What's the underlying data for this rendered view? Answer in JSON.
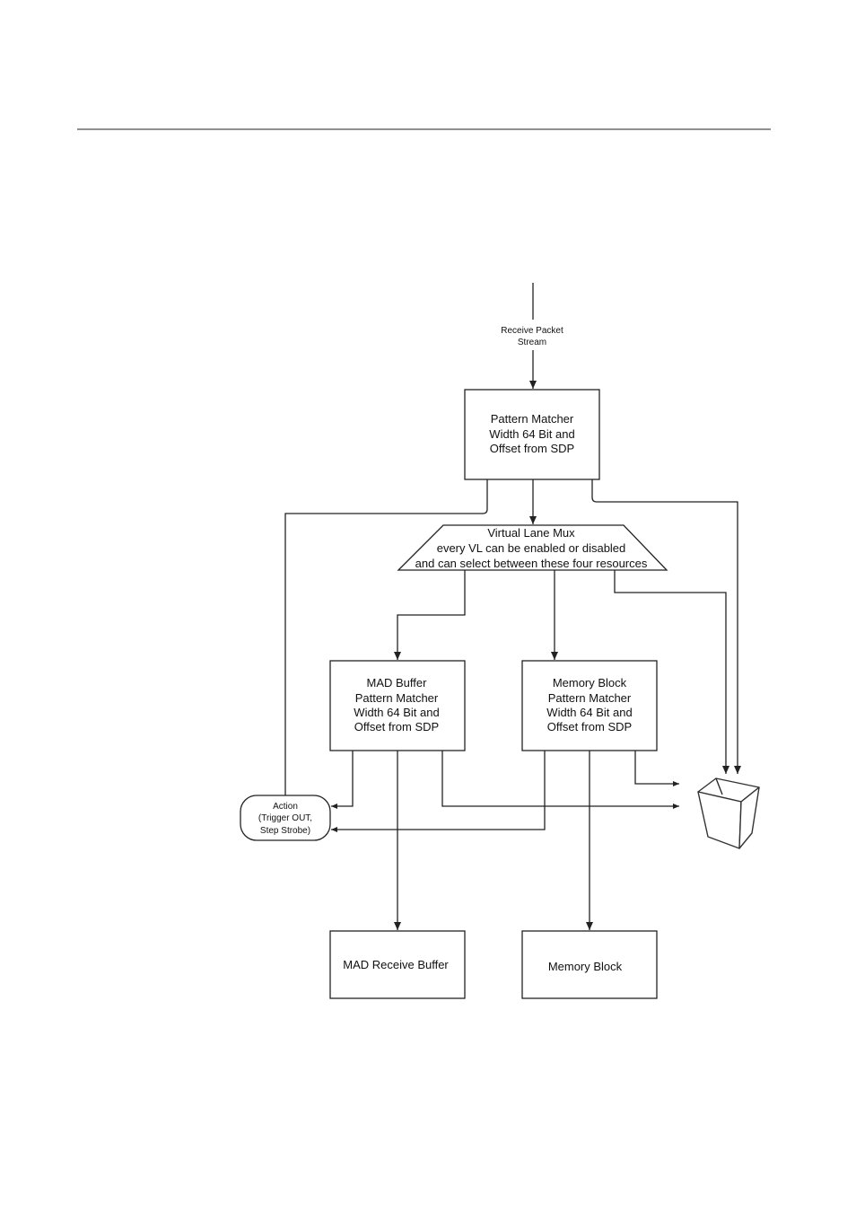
{
  "input": {
    "label_line1": "Receive Packet",
    "label_line2": "Stream"
  },
  "pattern_matcher": {
    "line1": "Pattern Matcher",
    "line2": "Width 64 Bit and",
    "line3": "Offset from SDP"
  },
  "vl_mux": {
    "line1": "Virtual Lane Mux",
    "line2": "every VL can be enabled or disabled",
    "line3": "and can select between these four resources"
  },
  "mad_buffer_matcher": {
    "line1": "MAD Buffer",
    "line2": "Pattern Matcher",
    "line3": "Width 64 Bit and",
    "line4": "Offset from SDP"
  },
  "memory_block_matcher": {
    "line1": "Memory  Block",
    "line2": "Pattern Matcher",
    "line3": "Width 64 Bit and",
    "line4": "Offset from SDP"
  },
  "action": {
    "line1": "Action",
    "line2": "(Trigger OUT,",
    "line3": "Step Strobe)"
  },
  "mad_receive_buffer": {
    "label": "MAD Receive Buffer"
  },
  "memory_block": {
    "label": "Memory  Block"
  },
  "discard": {
    "icon": "trash-bin-icon"
  },
  "colors": {
    "stroke": "#222222",
    "background": "#ffffff"
  }
}
